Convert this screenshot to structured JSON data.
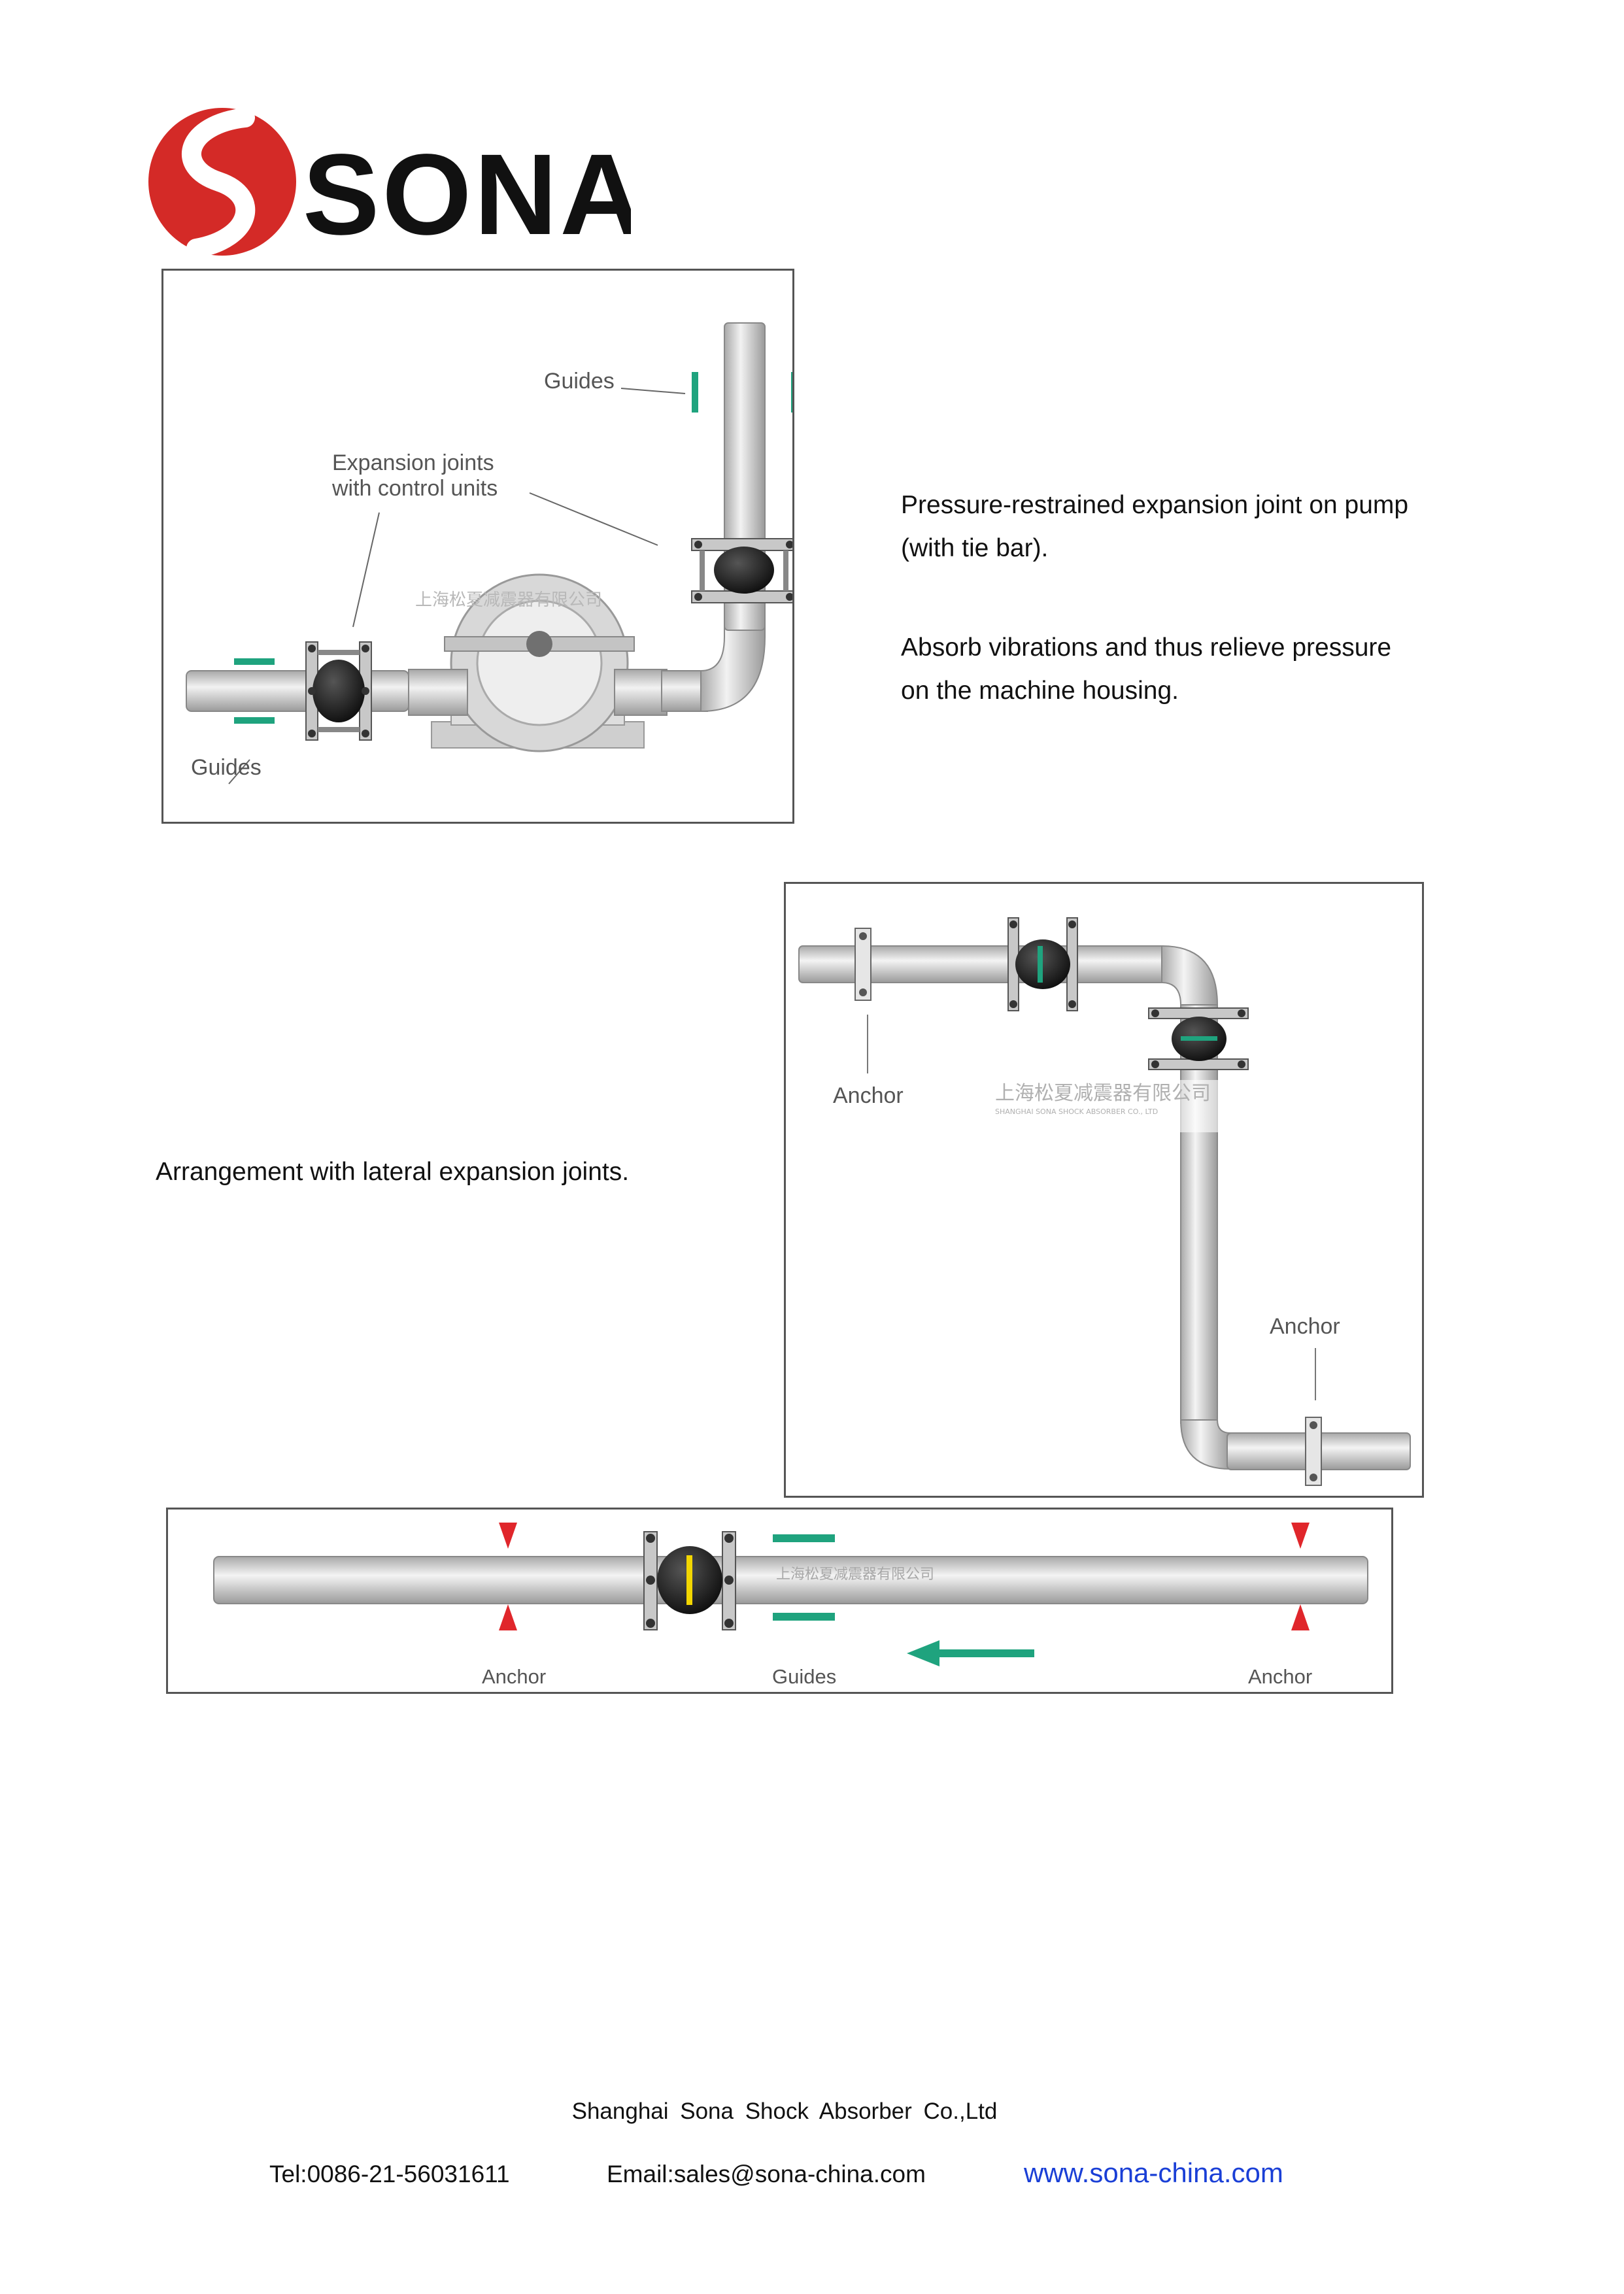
{
  "brand": {
    "name": "SONA",
    "colors": {
      "red": "#d42a27",
      "text": "#111111"
    }
  },
  "figures": [
    {
      "id": "pump",
      "labels": {
        "guides_top": "Guides",
        "expansion_line1": "Expansion joints",
        "expansion_line2": "with control units",
        "guides_bottom": "Guides"
      },
      "watermark": "上海松夏减震器有限公司"
    },
    {
      "id": "lateral",
      "labels": {
        "anchor_left": "Anchor",
        "anchor_right": "Anchor"
      },
      "watermark": "上海松夏减震器有限公司",
      "watermark_en": "SHANGHAI SONA SHOCK ABSORBER CO., LTD"
    },
    {
      "id": "straight",
      "labels": {
        "anchor_left": "Anchor",
        "guides": "Guides",
        "anchor_right": "Anchor"
      },
      "watermark": "上海松夏减震器有限公司"
    }
  ],
  "descriptions": {
    "pump_line1": "Pressure-restrained expansion joint on pump",
    "pump_line2": "(with tie bar).",
    "pump_line3": "Absorb vibrations and thus relieve pressure",
    "pump_line4": "on the machine housing.",
    "lateral": "Arrangement with lateral expansion joints."
  },
  "footer": {
    "company": "Shanghai  Sona  Shock  Absorber Co.,Ltd",
    "tel": "Tel:0086-21-56031611",
    "email": "Email:sales@sona-china.com",
    "website": "www.sona-china.com"
  },
  "icons": [
    "sona-logo",
    "expansion-joint-icon",
    "guide-marker-icon",
    "anchor-arrow-icon",
    "flow-arrow-icon"
  ],
  "colors": {
    "guide_green": "#1fa37e",
    "anchor_red": "#e0262b",
    "pipe": "#d4d4d4",
    "pipe_edge": "#8a8a8a"
  }
}
